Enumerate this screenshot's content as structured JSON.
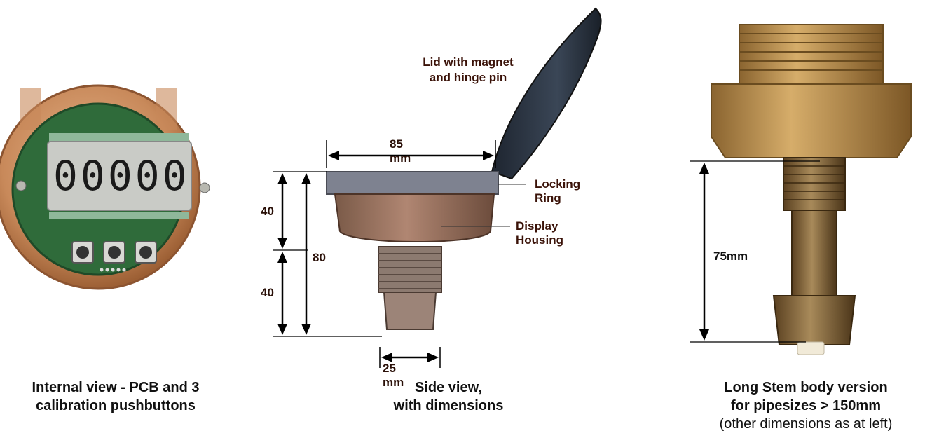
{
  "panels": {
    "internal": {
      "display_digits": "00000",
      "caption_line1": "Internal view - PCB and 3",
      "caption_line2": "calibration pushbuttons"
    },
    "side": {
      "callouts": {
        "lid": "Lid with magnet",
        "lid2": "and hinge pin",
        "locking_ring": "Locking Ring",
        "display_housing": "Display Housing"
      },
      "dimensions": {
        "width_top": "85 mm",
        "height_upper": "40",
        "height_lower": "40",
        "height_total": "80",
        "width_stem": "25 mm"
      },
      "caption_line1": "Side view,",
      "caption_line2": "with dimensions"
    },
    "long_stem": {
      "dimension": "75mm",
      "caption_line1": "Long Stem body version",
      "caption_line2": "for pipesizes > 150mm",
      "caption_line3": "(other dimensions as at left)"
    }
  },
  "colors": {
    "copper": "#c8895a",
    "pcb_green": "#2f6b3a",
    "lcd_gray": "#c9cbc6",
    "lid_dark": "#2b3440",
    "brass": "#b88a45"
  }
}
